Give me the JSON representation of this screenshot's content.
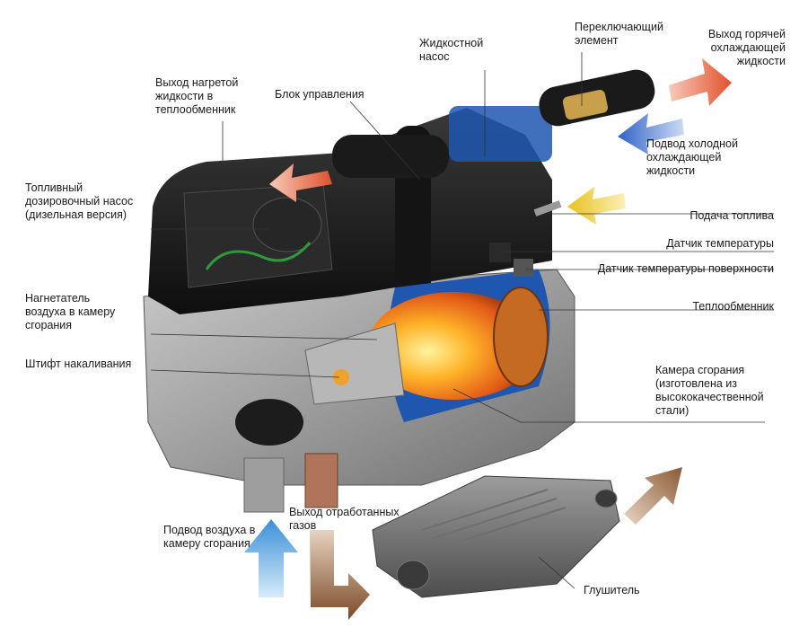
{
  "labels": {
    "hot_outlet": "Выход горячей\nохлаждающей\nжидкости",
    "switch_element": "Переключающий\nэлемент",
    "coolant_pump": "Жидкостной\nнасос",
    "control_unit": "Блок управления",
    "heated_outlet": "Выход нагретой\nжидкости в\nтеплообменник",
    "cold_inlet": "Подвод холодной\nохлаждающей\nжидкости",
    "fuel_pump": "Топливный\nдозировочный насос\n(дизельная версия)",
    "fuel_supply": "Подача топлива",
    "temp_sensor": "Датчик температуры",
    "surface_temp_sensor": "Датчик температуры поверхности",
    "blower": "Нагнетатель\nвоздуха в камеру\nсгорания",
    "heat_exchanger": "Теплообменник",
    "glow_pin": "Штифт накаливания",
    "combustion_chamber": "Камера сгорания\n(изготовлена из\nвысококачественной\nстали)",
    "exhaust_outlet": "Выход отработанных\nгазов",
    "air_inlet": "Подвод воздуха в\nкамеру сгорания",
    "muffler": "Глушитель"
  },
  "colors": {
    "hot_arrow": "#e0522c",
    "cold_arrow": "#2f62c8",
    "fuel_arrow": "#e8c21c",
    "exhaust_arrow": "#8a5a34",
    "air_arrow": "#4aa3e0",
    "housing": "#9a9a9a",
    "black_part": "#1d1d1d",
    "coolant_blue": "#1f56b0",
    "flame": "#f2a122"
  }
}
